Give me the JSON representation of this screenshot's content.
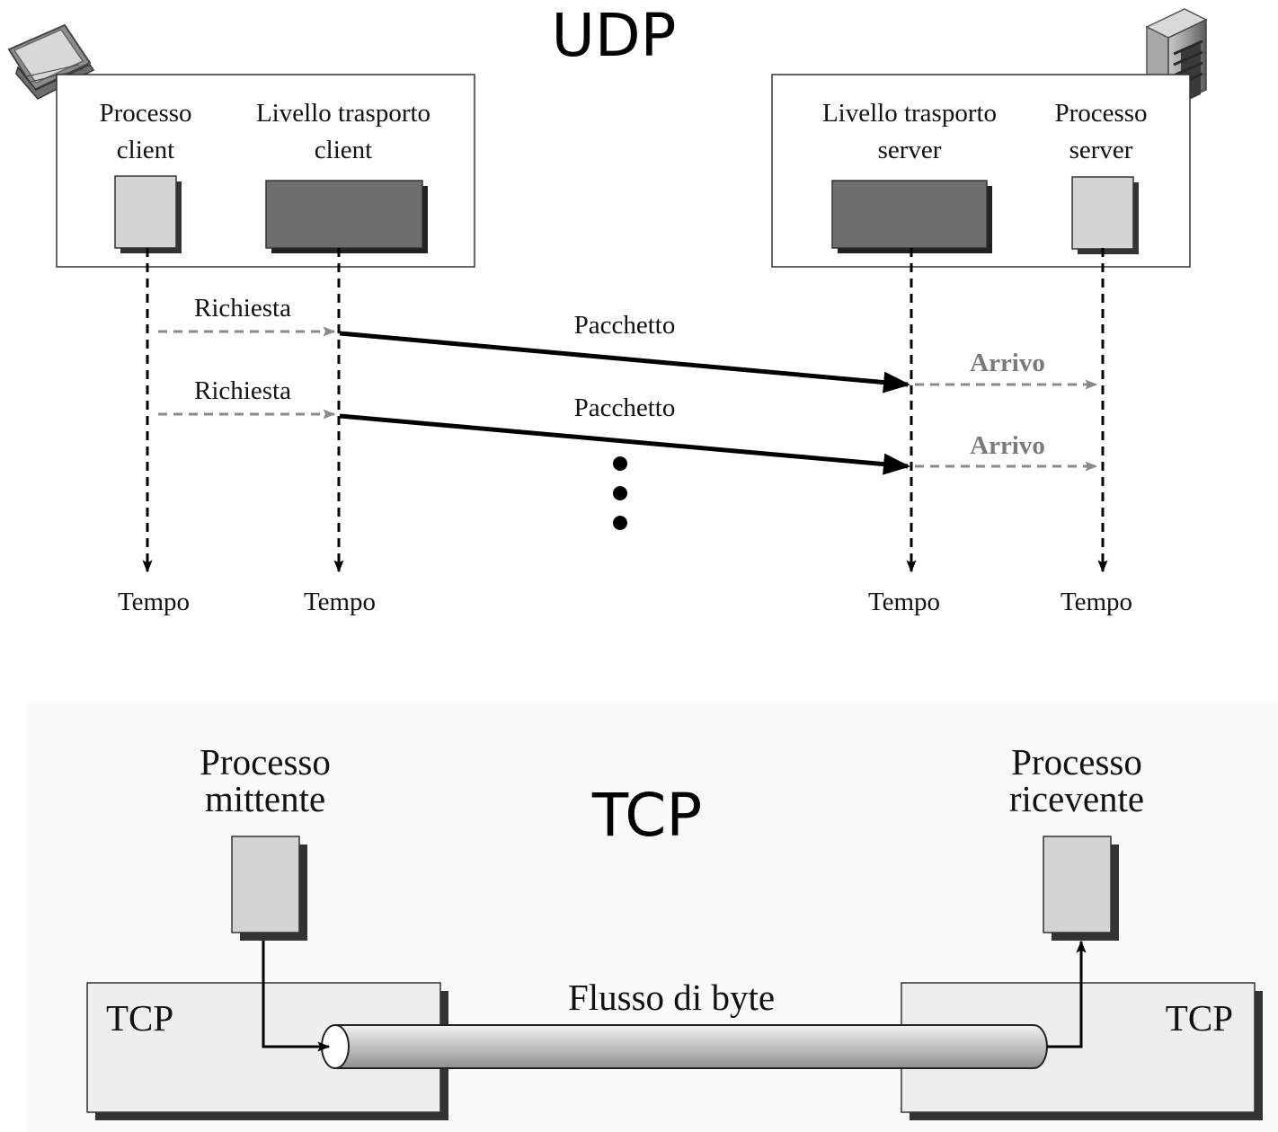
{
  "udp": {
    "title": "UDP",
    "client": {
      "process_line1": "Processo",
      "process_line2": "client",
      "transport_line1": "Livello trasporto",
      "transport_line2": "client"
    },
    "server": {
      "transport_line1": "Livello trasporto",
      "transport_line2": "server",
      "process_line1": "Processo",
      "process_line2": "server"
    },
    "messages": [
      {
        "request": "Richiesta",
        "packet": "Pacchetto",
        "arrival": "Arrivo"
      },
      {
        "request": "Richiesta",
        "packet": "Pacchetto",
        "arrival": "Arrivo"
      }
    ],
    "time_labels": [
      "Tempo",
      "Tempo",
      "Tempo",
      "Tempo"
    ]
  },
  "tcp": {
    "title": "TCP",
    "sender_line1": "Processo",
    "sender_line2": "mittente",
    "receiver_line1": "Processo",
    "receiver_line2": "ricevente",
    "left_box": "TCP",
    "right_box": "TCP",
    "stream": "Flusso di byte"
  },
  "colors": {
    "process_box": "#d4d4d4",
    "transport_box": "#6e6e6e",
    "tcp_box": "#eeeeee",
    "gray_arrow": "#8a8a8a"
  },
  "icons": [
    "laptop-icon",
    "server-tower-icon"
  ]
}
